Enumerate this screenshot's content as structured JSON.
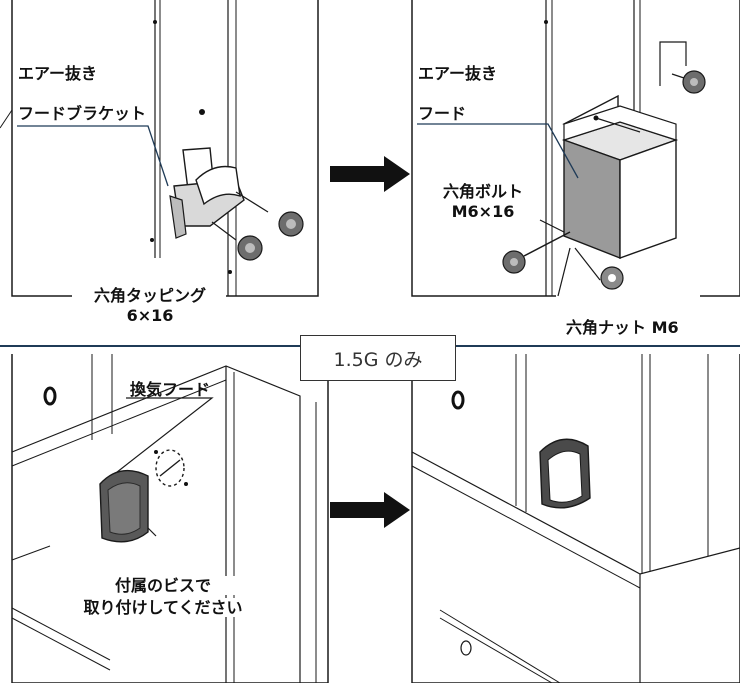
{
  "panels": {
    "top_left": {
      "air_vent": "エアー抜き",
      "hood_bracket": "フードブラケット",
      "tapping_screw": "六角タッピング",
      "tapping_size": "6×16"
    },
    "top_right": {
      "air_vent": "エアー抜き",
      "hood": "フード",
      "hex_bolt": "六角ボルト",
      "bolt_size": "M6×16",
      "hex_nut": "六角ナット M6"
    },
    "badge": "1.5G のみ",
    "bottom_left": {
      "vent_hood": "換気フード",
      "instruction_line1": "付属のビスで",
      "instruction_line2": "取り付けしてください"
    }
  },
  "colors": {
    "line": "#1a1a1a",
    "accent_rule": "#1f3b57",
    "hood_fill": "#9a9a9a",
    "part_gray": "#6d6d6d"
  }
}
